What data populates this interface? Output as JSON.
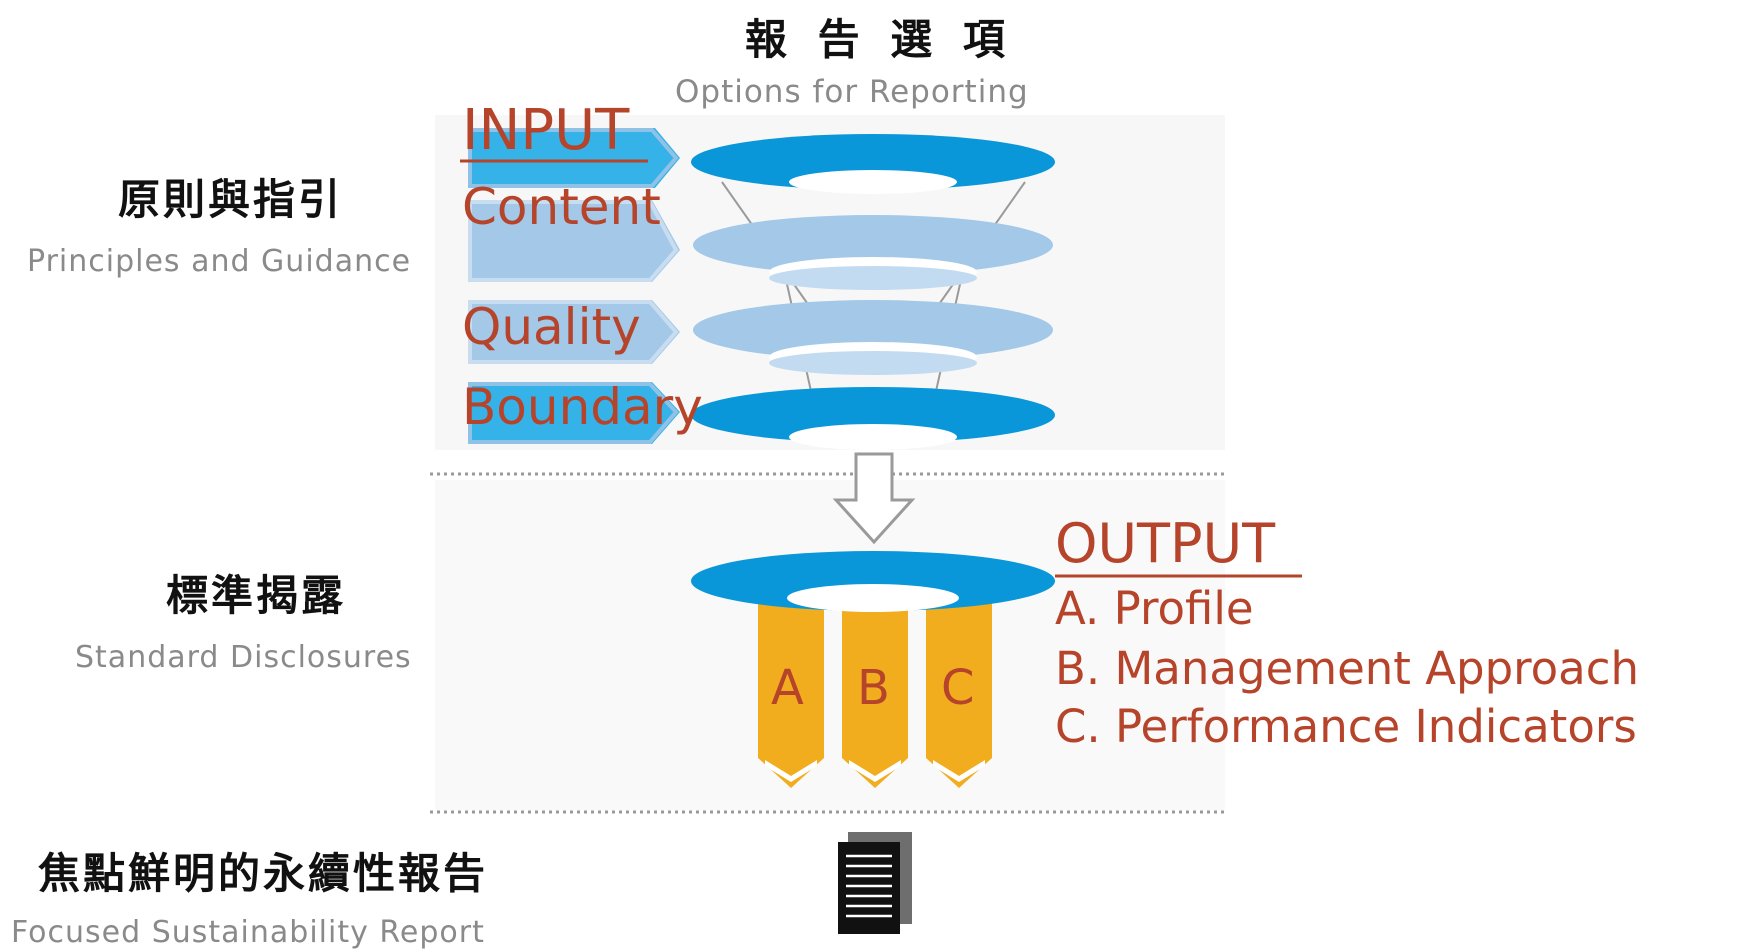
{
  "top": {
    "title_zh": "報 告 選 項",
    "title_en": "Options for Reporting"
  },
  "principles": {
    "title_zh": "原則與指引",
    "title_en": "Principles and Guidance"
  },
  "standard": {
    "title_zh": "標準揭露",
    "title_en": "Standard Disclosures"
  },
  "report": {
    "title_zh": "焦點鮮明的永續性報告",
    "title_en": "Focused Sustainability Report"
  },
  "input": {
    "heading": "INPUT",
    "items": [
      "Content",
      "Quality",
      "Boundary"
    ]
  },
  "output": {
    "heading": "OUTPUT",
    "items": [
      "A. Profile",
      "B. Management Approach",
      "C. Performance Indicators"
    ],
    "pillars": [
      "A",
      "B",
      "C"
    ]
  },
  "colors": {
    "dark_blue": "#0a97d9",
    "light_blue": "#a3c8e8",
    "mid_blue": "#35b3e8",
    "gold": "#f2ad1f",
    "label_red": "#b5442a"
  }
}
